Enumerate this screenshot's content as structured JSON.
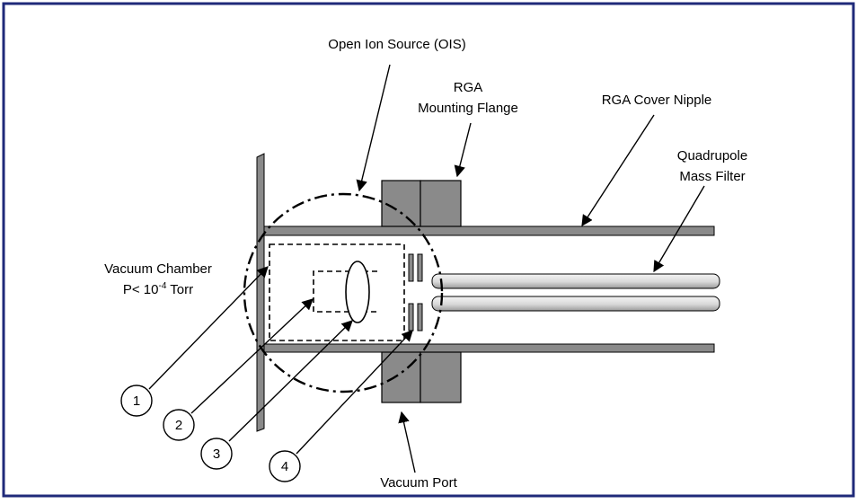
{
  "labels": {
    "ois": "Open Ion Source (OIS)",
    "flange_l1": "RGA",
    "flange_l2": "Mounting Flange",
    "nipple": "RGA Cover Nipple",
    "quad_l1": "Quadrupole",
    "quad_l2": "Mass Filter",
    "chamber_l1": "Vacuum Chamber",
    "chamber_p": "P< 10",
    "chamber_exp": "-4",
    "chamber_unit": " Torr",
    "port": "Vacuum Port"
  },
  "callouts": [
    "1",
    "2",
    "3",
    "4"
  ],
  "colors": {
    "border": "#1f2a7a",
    "metal": "#8a8a8a",
    "rod_light": "#f2f2f2",
    "rod_dark": "#9a9a9a"
  }
}
